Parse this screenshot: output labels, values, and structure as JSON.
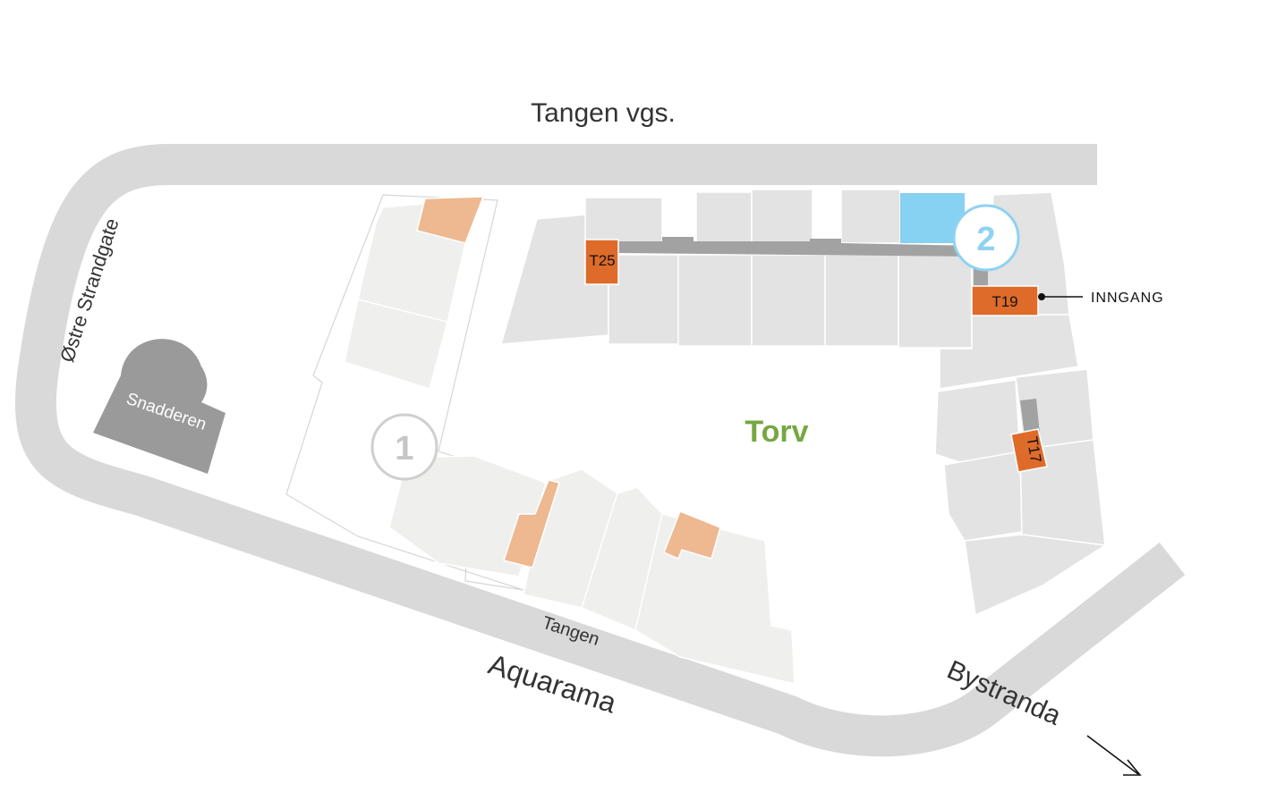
{
  "labels": {
    "top": "Tangen vgs.",
    "left_street": "Østre Strandgate",
    "bottom_inner": "Tangen",
    "bottom_outer": "Aquarama",
    "right_outer": "Bystranda",
    "square": "Torv",
    "building": "Snadderen",
    "entrance": "INNGANG"
  },
  "units": [
    "T25",
    "T19",
    "T17"
  ],
  "markers": [
    "1",
    "2"
  ],
  "colors": {
    "road": "#d9d9d9",
    "building": "#e3e3e3",
    "light_building": "#efefee",
    "snadderen": "#9a9a9a",
    "unit_orange": "#de6b2a",
    "unit_peach": "#eeb890",
    "highlight_blue": "#87d1f3",
    "corridor": "#a2a2a2",
    "marker1": "#cfcfcf",
    "marker2": "#8fd2f2",
    "torv_green": "#76a743"
  },
  "icons": {
    "arrow": "arrow-down-right-icon",
    "entrance_pointer": "pointer-dot-icon"
  }
}
